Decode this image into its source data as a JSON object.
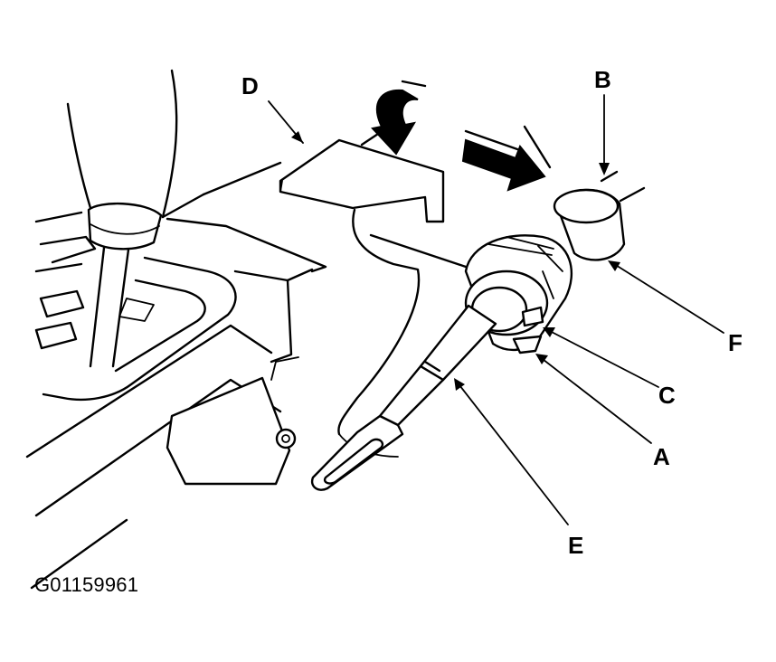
{
  "diagram": {
    "figure_id": "G01159961",
    "callouts": {
      "a": "A",
      "b": "B",
      "c": "C",
      "d": "D",
      "e": "E",
      "f": "F"
    }
  }
}
